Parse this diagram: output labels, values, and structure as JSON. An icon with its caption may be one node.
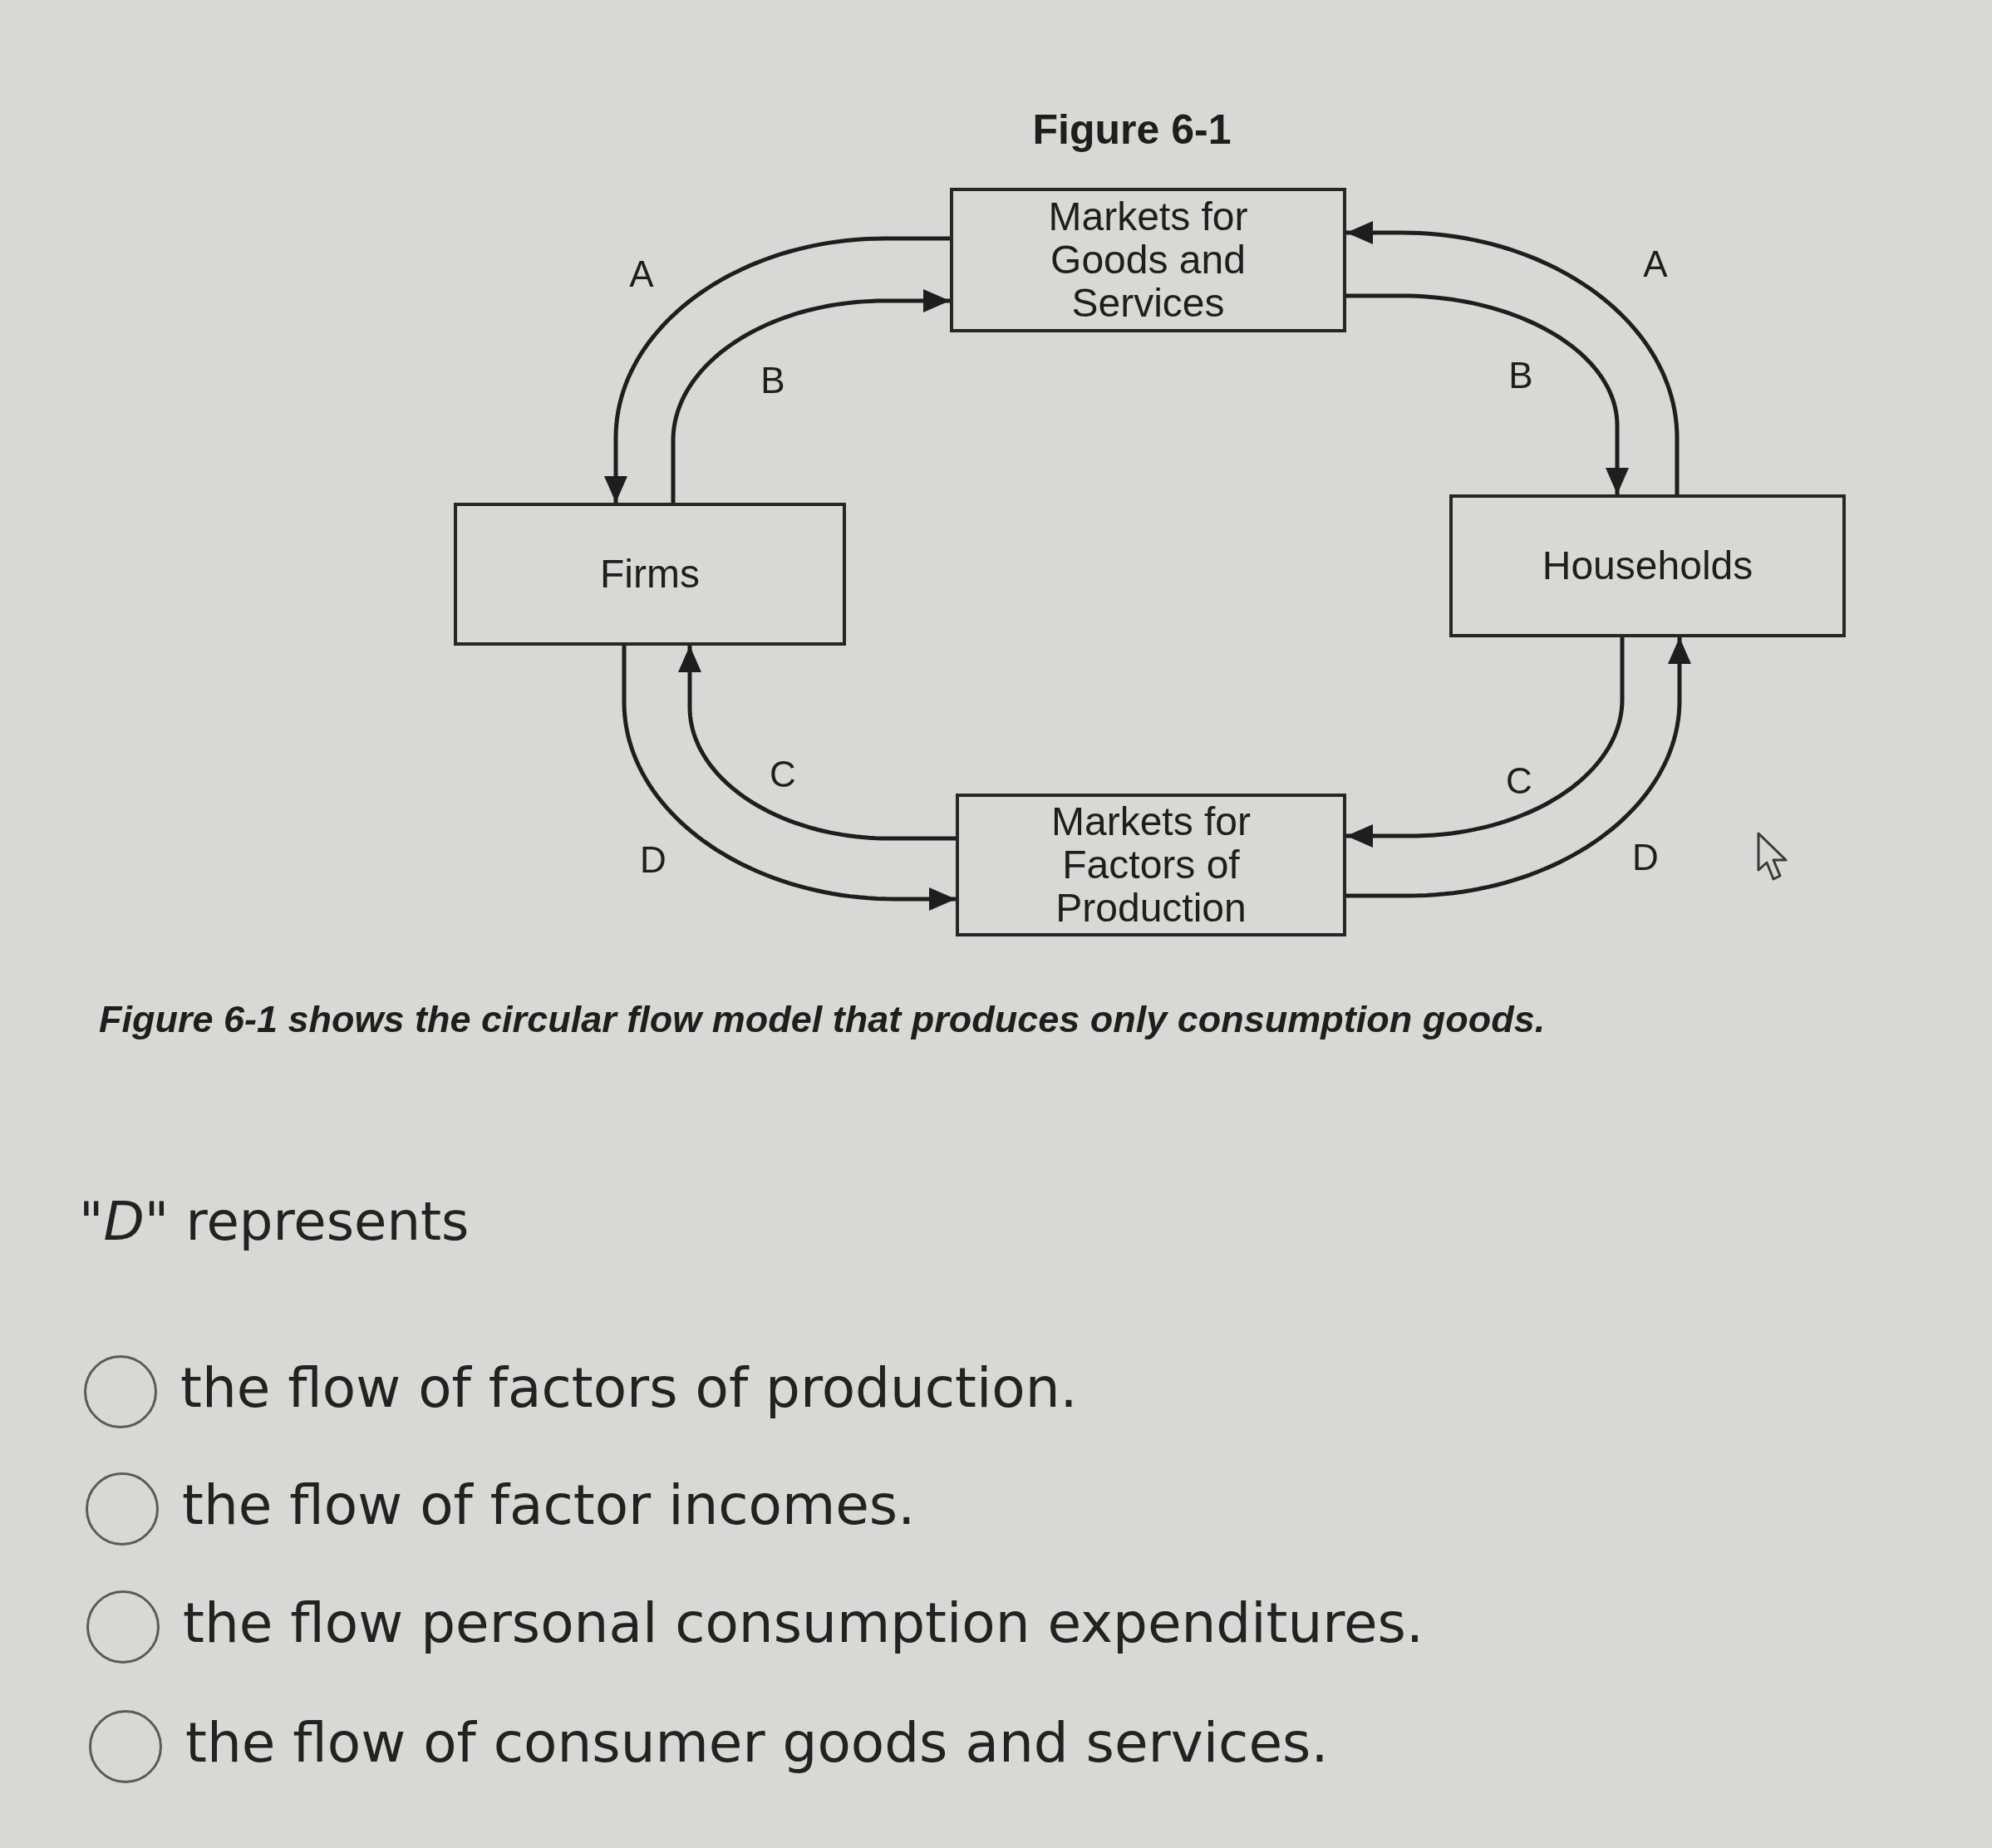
{
  "diagram": {
    "title": "Figure 6-1",
    "caption": "Figure 6-1 shows the circular flow model that produces only consumption goods.",
    "nodes": [
      {
        "text": [
          "Markets for Goods and Services"
        ]
      },
      {
        "text": [
          "Firms"
        ]
      },
      {
        "text": [
          "Households"
        ]
      },
      {
        "text": [
          "Markets for Factors of Production"
        ]
      }
    ],
    "edges": [
      {
        "from": 0,
        "to": 1,
        "arrow": "to",
        "label": "A"
      },
      {
        "from": 1,
        "to": 0,
        "arrow": "to",
        "label": "B"
      },
      {
        "from": 2,
        "to": 0,
        "arrow": "to",
        "label": "A"
      },
      {
        "from": 0,
        "to": 2,
        "arrow": "to",
        "label": "B"
      },
      {
        "from": 3,
        "to": 1,
        "arrow": "to",
        "label": "C"
      },
      {
        "from": 1,
        "to": 3,
        "arrow": "to",
        "label": "D"
      },
      {
        "from": 2,
        "to": 3,
        "arrow": "to",
        "label": "C"
      },
      {
        "from": 3,
        "to": 2,
        "arrow": "to",
        "label": "D"
      }
    ],
    "labels": [
      "*\"D\"* represents",
      "the flow of factors of production.",
      "the flow of factor incomes.",
      "the flow personal consumption expenditures.",
      "the flow of consumer goods and services."
    ]
  }
}
